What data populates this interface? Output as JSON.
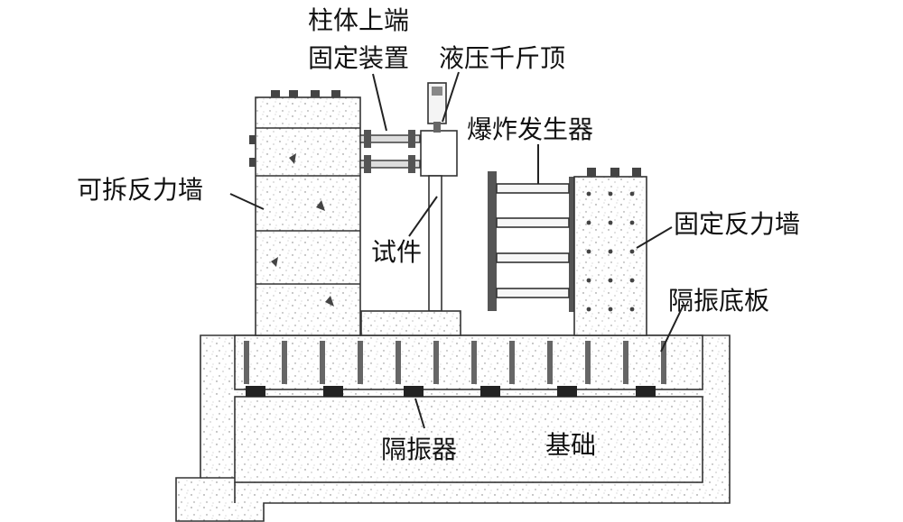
{
  "labels": {
    "column_top_fixture_line1": "柱体上端",
    "column_top_fixture_line2": "固定装置",
    "hydraulic_jack": "液压千斤顶",
    "explosion_generator": "爆炸发生器",
    "removable_reaction_wall": "可拆反力墙",
    "fixed_reaction_wall": "固定反力墙",
    "specimen": "试件",
    "isolation_base_plate": "隔振底板",
    "isolator": "隔振器",
    "foundation": "基础"
  }
}
